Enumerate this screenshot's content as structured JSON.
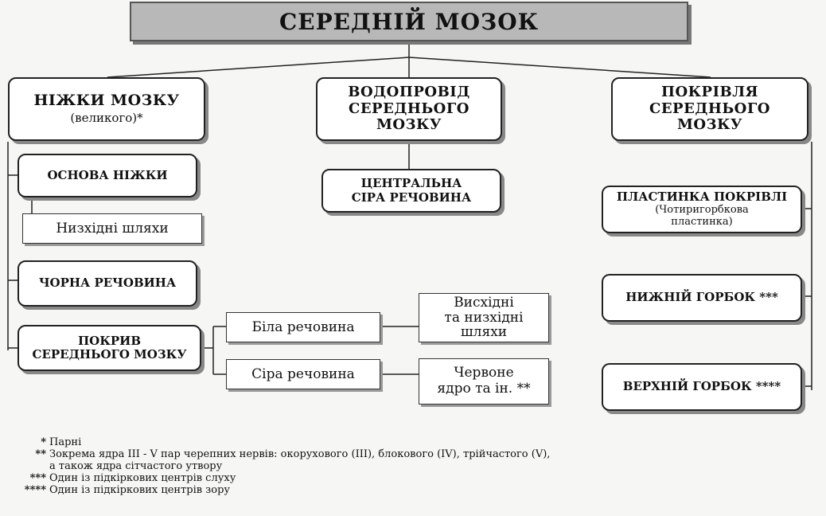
{
  "title": "СЕРЕДНІЙ МОЗОК",
  "branches": {
    "left": {
      "title": "НІЖКИ МОЗКУ",
      "subtitle": "(великого)*"
    },
    "middle": {
      "title_l1": "ВОДОПРОВІД",
      "title_l2": "СЕРЕДНЬОГО",
      "title_l3": "МОЗКУ"
    },
    "right": {
      "title_l1": "ПОКРІВЛЯ",
      "title_l2": "СЕРЕДНЬОГО",
      "title_l3": "МОЗКУ"
    }
  },
  "left_items": {
    "base": "ОСНОВА НІЖКИ",
    "descending": "Низхідні шляхи",
    "substantia_nigra": "ЧОРНА РЕЧОВИНА",
    "tegmentum_l1": "ПОКРИВ",
    "tegmentum_l2": "СЕРЕДНЬОГО МОЗКУ",
    "white_matter": "Біла речовина",
    "gray_matter": "Сіра речовина",
    "tracts_l1": "Висхідні",
    "tracts_l2": "та низхідні",
    "tracts_l3": "шляхи",
    "nucleus_l1": "Червоне",
    "nucleus_l2": "ядро та ін. **"
  },
  "middle_items": {
    "central_l1": "ЦЕНТРАЛЬНА",
    "central_l2": "СІРА РЕЧОВИНА"
  },
  "right_items": {
    "plate_title": "ПЛАСТИНКА ПОКРІВЛІ",
    "plate_sub_l1": "(Чотиригорбкова",
    "plate_sub_l2": "пластинка)",
    "inferior": "НИЖНІЙ ГОРБОК ***",
    "superior": "ВЕРХНІЙ ГОРБОК ****"
  },
  "footnotes": [
    {
      "mark": "*",
      "lines": [
        "Парні"
      ]
    },
    {
      "mark": "**",
      "lines": [
        "Зокрема ядра III - V пар черепних нервів: окорухового (III), блокового (IV), трійчастого (V),",
        "а також ядра сітчастого утвору"
      ]
    },
    {
      "mark": "***",
      "lines": [
        "Один із підкіркових центрів слуху"
      ]
    },
    {
      "mark": "****",
      "lines": [
        "Один із підкіркових центрів зору"
      ]
    }
  ]
}
